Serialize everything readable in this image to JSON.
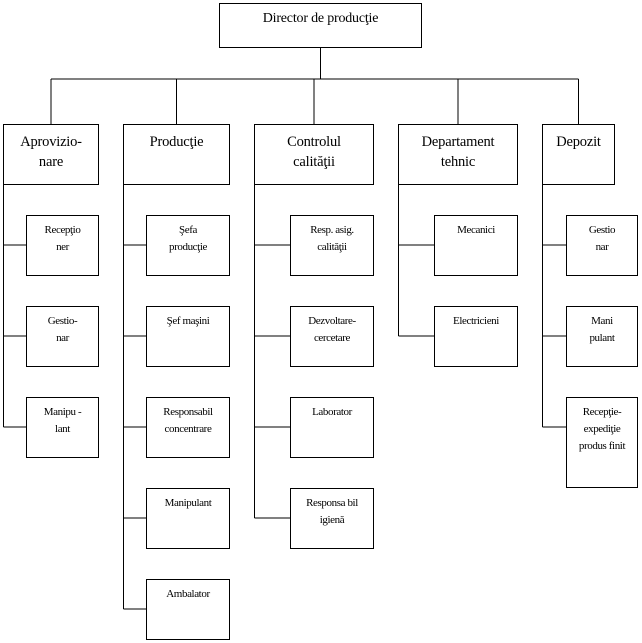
{
  "root": {
    "label": "Director de producţie"
  },
  "departments": [
    {
      "label": "Aprovizio-\nnare",
      "children": [
        "Recepţio\nner",
        "Gestio-\nnar",
        "Manipu -\nlant"
      ]
    },
    {
      "label": "Producţie",
      "children": [
        "Şefa\nproducţie",
        "Şef maşini",
        "Responsabil\nconcentrare",
        "Manipulant",
        "Ambalator"
      ]
    },
    {
      "label": "Controlul\ncalităţii",
      "children": [
        "Resp. asig.\ncalităţii",
        "Dezvoltare-\ncercetare",
        "Laborator",
        "Responsa bil\nigienă"
      ]
    },
    {
      "label": "Departament\ntehnic",
      "children": [
        "Mecanici",
        "Electricieni"
      ]
    },
    {
      "label": "Depozit",
      "children": [
        "Gestio\nnar",
        "Mani\npulant",
        "Recepţie-\nexpediţie\nprodus finit"
      ]
    }
  ]
}
